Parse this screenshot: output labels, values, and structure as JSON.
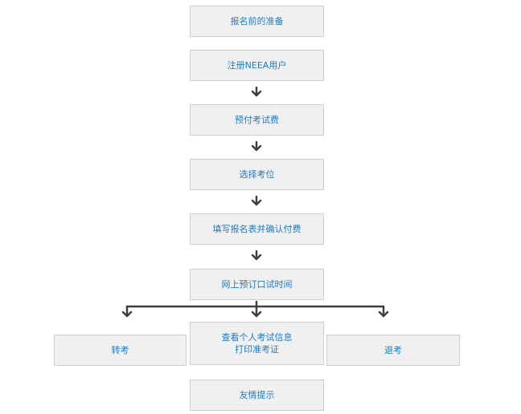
{
  "steps": {
    "prepare": "报名前的准备",
    "register": "注册NEEA用户",
    "prepay": "预付考试费",
    "select_seat": "选择考位",
    "fill_form": "填写报名表并确认付费",
    "book_oral": "网上预订口试时间",
    "view_info_line1": "查看个人考试信息",
    "view_info_line2": "打印准考证",
    "transfer": "转考",
    "withdraw": "退考",
    "tips": "友情提示"
  },
  "colors": {
    "box_fill": "#f0f0f0",
    "box_border": "#cfcfcf",
    "text": "#1f7bc6",
    "arrow": "#404040"
  }
}
